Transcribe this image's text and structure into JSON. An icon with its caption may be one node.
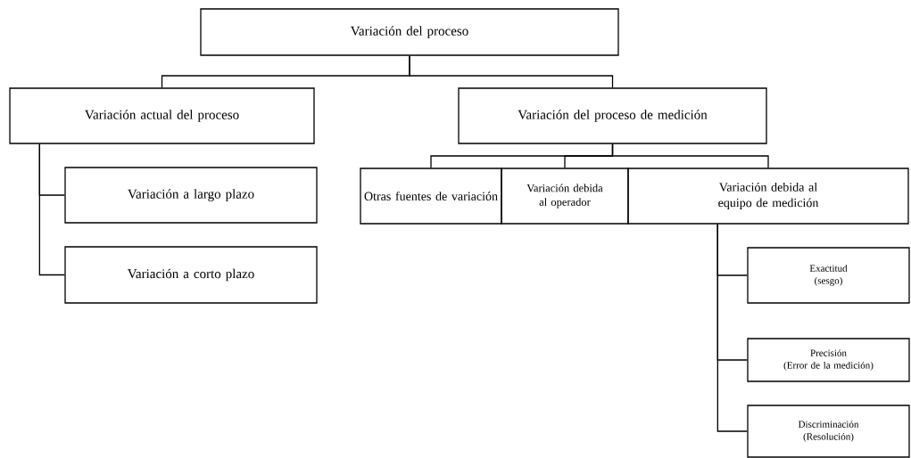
{
  "diagram": {
    "nodes": [
      {
        "text": [
          "Variación del proceso"
        ]
      },
      {
        "text": [
          "Variación actual del proceso"
        ]
      },
      {
        "text": [
          "Variación a largo plazo"
        ]
      },
      {
        "text": [
          "Variación a corto plazo"
        ]
      },
      {
        "text": [
          "Variación del proceso de medición"
        ]
      },
      {
        "text": [
          "Otras fuentes de variación"
        ]
      },
      {
        "text": [
          "Variación debida al operador"
        ]
      },
      {
        "text": [
          "Variación debida al equipo de medición"
        ]
      },
      {
        "text": [
          "Exactitud",
          "(sesgo)"
        ]
      },
      {
        "text": [
          "Precisión",
          "(Error de la medición)"
        ]
      },
      {
        "text": [
          "Discriminación",
          "(Resolución)"
        ]
      }
    ],
    "edges": [
      {
        "from": 0,
        "to": 1,
        "arrow": "none"
      },
      {
        "from": 0,
        "to": 4,
        "arrow": "none"
      },
      {
        "from": 1,
        "to": 2,
        "arrow": "none"
      },
      {
        "from": 1,
        "to": 3,
        "arrow": "none"
      },
      {
        "from": 4,
        "to": 5,
        "arrow": "none"
      },
      {
        "from": 4,
        "to": 6,
        "arrow": "none"
      },
      {
        "from": 4,
        "to": 7,
        "arrow": "none"
      },
      {
        "from": 7,
        "to": 8,
        "arrow": "none"
      },
      {
        "from": 7,
        "to": 9,
        "arrow": "none"
      },
      {
        "from": 7,
        "to": 10,
        "arrow": "none"
      }
    ]
  }
}
